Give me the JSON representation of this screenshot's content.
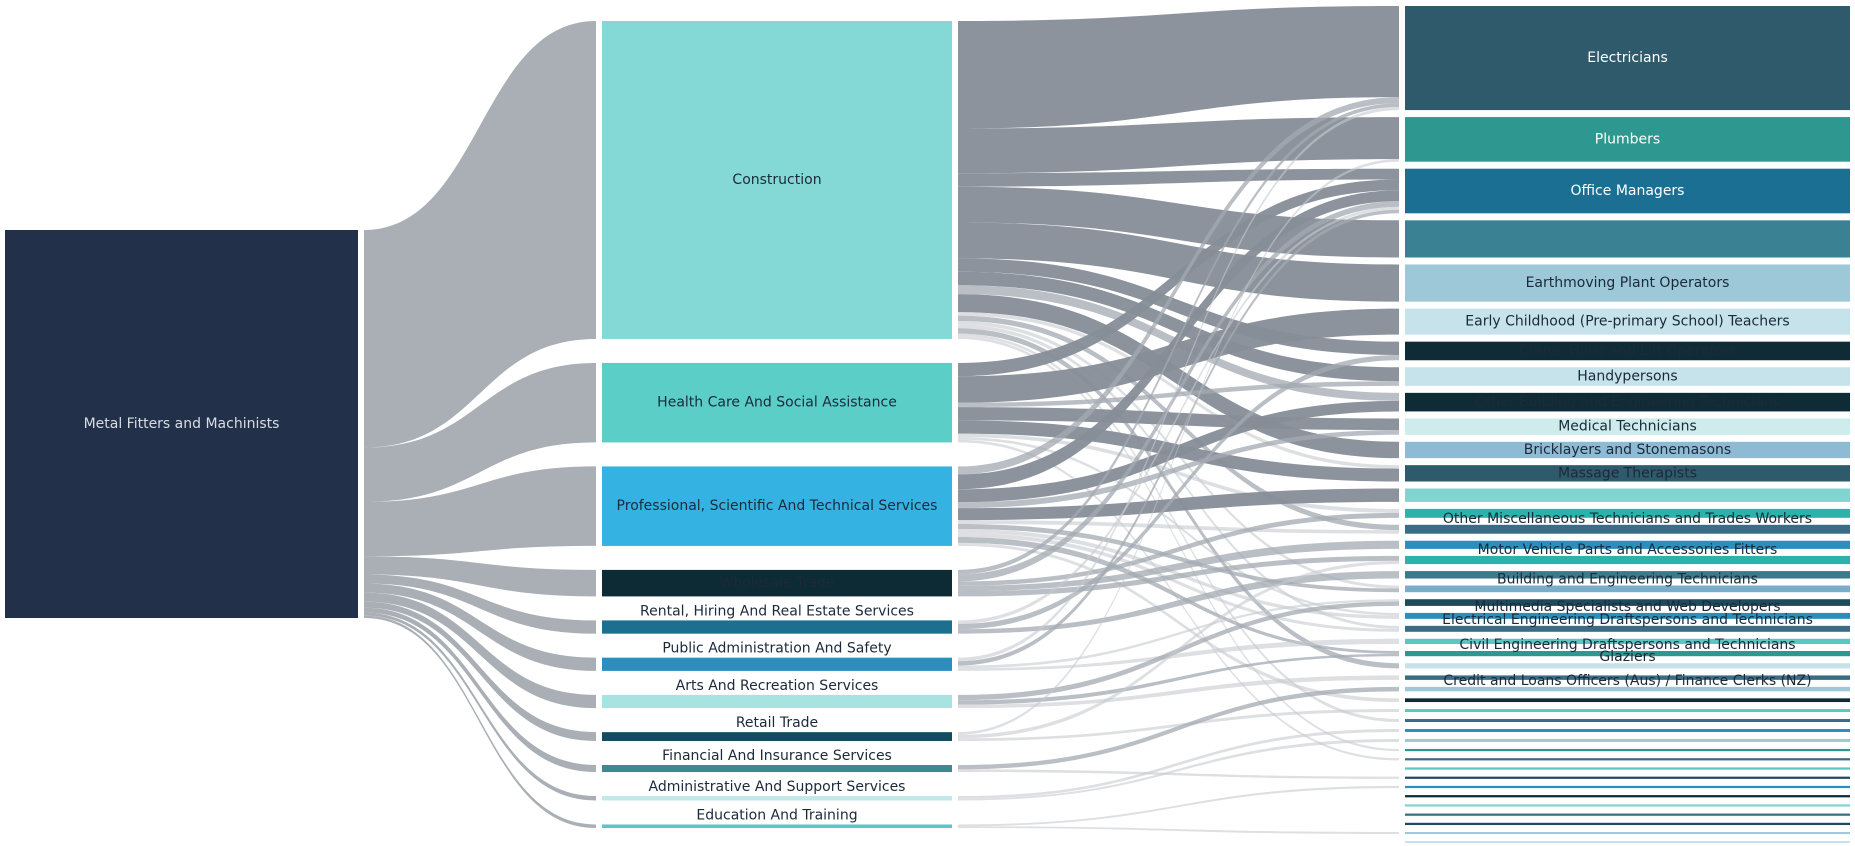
{
  "chart_data": {
    "type": "sankey",
    "title": "",
    "source": {
      "id": "src",
      "label": "Metal Fitters and Machinists",
      "value": 100,
      "color": "#223049"
    },
    "industries": [
      {
        "id": "ind0",
        "label": "Construction",
        "value": 36,
        "color": "#84d9d6",
        "label_color": "#1b2a3a"
      },
      {
        "id": "ind1",
        "label": "Health Care And Social Assistance",
        "value": 9,
        "color": "#5ccec8",
        "label_color": "#1b2a3a"
      },
      {
        "id": "ind2",
        "label": "Professional, Scientific And Technical Services",
        "value": 9,
        "color": "#34b3e3",
        "label_color": "#1b2a3a"
      },
      {
        "id": "ind3",
        "label": "Wholesale Trade",
        "value": 3,
        "color": "#0c2b34",
        "label_color": "#1b2a3a"
      },
      {
        "id": "ind4",
        "label": "Rental, Hiring And Real Estate Services",
        "value": 1.5,
        "color": "#1d6f8f",
        "label_color": "#1b2a3a"
      },
      {
        "id": "ind5",
        "label": "Public Administration And Safety",
        "value": 1.5,
        "color": "#2a8fbe",
        "label_color": "#1b2a3a"
      },
      {
        "id": "ind6",
        "label": "Arts And Recreation Services",
        "value": 1.5,
        "color": "#a7e3e1",
        "label_color": "#1b2a3a"
      },
      {
        "id": "ind7",
        "label": "Retail Trade",
        "value": 1,
        "color": "#154a63",
        "label_color": "#1b2a3a"
      },
      {
        "id": "ind8",
        "label": "Financial And Insurance Services",
        "value": 0.8,
        "color": "#3a8a90",
        "label_color": "#1b2a3a"
      },
      {
        "id": "ind9",
        "label": "Administrative And Support Services",
        "value": 0.5,
        "color": "#bfeae8",
        "label_color": "#1b2a3a"
      },
      {
        "id": "ind10",
        "label": "Education And Training",
        "value": 0.4,
        "color": "#5cc7c0",
        "label_color": "#1b2a3a"
      }
    ],
    "occupations": [
      {
        "id": "occ0",
        "label": "Electricians",
        "value": 14,
        "color": "#2e5a6b",
        "label_color": "#ffffff"
      },
      {
        "id": "occ1",
        "label": "Plumbers",
        "value": 6,
        "color": "#2e978f",
        "label_color": "#ffffff"
      },
      {
        "id": "occ2",
        "label": "Office Managers",
        "value": 6,
        "color": "#1b6f93",
        "label_color": "#ffffff"
      },
      {
        "id": "occ3",
        "label": "",
        "value": 5,
        "color": "#3b8194",
        "label_color": "#ffffff"
      },
      {
        "id": "occ4",
        "label": "Earthmoving Plant Operators",
        "value": 5,
        "color": "#9cc8d8",
        "label_color": "#1b2a3a"
      },
      {
        "id": "occ5",
        "label": "Early Childhood (Pre-primary School) Teachers",
        "value": 3.5,
        "color": "#c6e2ea",
        "label_color": "#1b2a3a"
      },
      {
        "id": "occ6",
        "label": "Crane, Hoist and Lift Operators",
        "value": 2.5,
        "color": "#0f2c36",
        "label_color": "#1b2a3a"
      },
      {
        "id": "occ7",
        "label": "Handypersons",
        "value": 2.5,
        "color": "#c6e2ea",
        "label_color": "#1b2a3a"
      },
      {
        "id": "occ8",
        "label": "Other Building and Engineering Technicians",
        "value": 2.5,
        "color": "#0f2c36",
        "label_color": "#1b2a3a"
      },
      {
        "id": "occ9",
        "label": "Medical Technicians",
        "value": 2.2,
        "color": "#cdeceb",
        "label_color": "#1b2a3a"
      },
      {
        "id": "occ10",
        "label": "Bricklayers and Stonemasons",
        "value": 2.2,
        "color": "#8dbbd4",
        "label_color": "#1b2a3a"
      },
      {
        "id": "occ11",
        "label": "Massage Therapists",
        "value": 2.2,
        "color": "#2e5a6b",
        "label_color": "#1b2a3a"
      },
      {
        "id": "occ12",
        "label": "",
        "value": 1.8,
        "color": "#7fd6d1",
        "label_color": "#1b2a3a"
      },
      {
        "id": "occ13",
        "label": "",
        "value": 1.2,
        "color": "#2bb2aa",
        "label_color": "#1b2a3a"
      },
      {
        "id": "occ14",
        "label": "Other Miscellaneous Technicians and Trades Workers",
        "value": 1.2,
        "color": "#3b6c85",
        "label_color": "#1b2a3a"
      },
      {
        "id": "occ15",
        "label": "",
        "value": 1.1,
        "color": "#2a8fbe",
        "label_color": "#1b2a3a"
      },
      {
        "id": "occ16",
        "label": "Motor Vehicle Parts and Accessories Fitters",
        "value": 1.1,
        "color": "#2bb2aa",
        "label_color": "#1b2a3a"
      },
      {
        "id": "occ17",
        "label": "",
        "value": 1.0,
        "color": "#3a7a8a",
        "label_color": "#1b2a3a"
      },
      {
        "id": "occ18",
        "label": "Building and Engineering Technicians",
        "value": 0.9,
        "color": "#79aecb",
        "label_color": "#1b2a3a"
      },
      {
        "id": "occ19",
        "label": "",
        "value": 0.9,
        "color": "#1f4a5c",
        "label_color": "#1b2a3a"
      },
      {
        "id": "occ20",
        "label": "Multimedia Specialists and Web Developers",
        "value": 0.8,
        "color": "#2a8fbe",
        "label_color": "#1b2a3a"
      },
      {
        "id": "occ21",
        "label": "Electrical Engineering Draftspersons and Technicians",
        "value": 0.8,
        "color": "#3b6c85",
        "label_color": "#1b2a3a"
      },
      {
        "id": "occ22",
        "label": "",
        "value": 0.7,
        "color": "#5cc7c0",
        "label_color": "#1b2a3a"
      },
      {
        "id": "occ23",
        "label": "Civil Engineering Draftspersons and Technicians",
        "value": 0.7,
        "color": "#2e978f",
        "label_color": "#1b2a3a"
      },
      {
        "id": "occ24",
        "label": "Glaziers",
        "value": 0.7,
        "color": "#c6e2ea",
        "label_color": "#1b2a3a"
      },
      {
        "id": "occ25",
        "label": "",
        "value": 0.6,
        "color": "#3b6c85",
        "label_color": "#1b2a3a"
      },
      {
        "id": "occ26",
        "label": "Credit and Loans Officers (Aus) / Finance Clerks (NZ)",
        "value": 0.6,
        "color": "#9cc8d8",
        "label_color": "#1b2a3a"
      },
      {
        "id": "occ27",
        "label": "",
        "value": 0.5,
        "color": "#0f2c36",
        "label_color": "#1b2a3a"
      },
      {
        "id": "occ28",
        "label": "",
        "value": 0.4,
        "color": "#5cc7c0",
        "label_color": "#1b2a3a"
      },
      {
        "id": "occ29",
        "label": "",
        "value": 0.4,
        "color": "#3b6c85",
        "label_color": "#1b2a3a"
      },
      {
        "id": "occ30",
        "label": "",
        "value": 0.4,
        "color": "#2a8fbe",
        "label_color": "#1b2a3a"
      },
      {
        "id": "occ31",
        "label": "",
        "value": 0.4,
        "color": "#9cc8d8",
        "label_color": "#1b2a3a"
      },
      {
        "id": "occ32",
        "label": "",
        "value": 0.3,
        "color": "#2e978f",
        "label_color": "#1b2a3a"
      },
      {
        "id": "occ33",
        "label": "",
        "value": 0.3,
        "color": "#3b6c85",
        "label_color": "#1b2a3a"
      },
      {
        "id": "occ34",
        "label": "",
        "value": 0.3,
        "color": "#5cc7c0",
        "label_color": "#1b2a3a"
      },
      {
        "id": "occ35",
        "label": "",
        "value": 0.3,
        "color": "#1f4a5c",
        "label_color": "#1b2a3a"
      },
      {
        "id": "occ36",
        "label": "",
        "value": 0.3,
        "color": "#2a8fbe",
        "label_color": "#1b2a3a"
      },
      {
        "id": "occ37",
        "label": "",
        "value": 0.3,
        "color": "#0f2c36",
        "label_color": "#1b2a3a"
      },
      {
        "id": "occ38",
        "label": "",
        "value": 0.3,
        "color": "#7fd6d1",
        "label_color": "#1b2a3a"
      },
      {
        "id": "occ39",
        "label": "",
        "value": 0.3,
        "color": "#3b6c85",
        "label_color": "#1b2a3a"
      },
      {
        "id": "occ40",
        "label": "",
        "value": 0.3,
        "color": "#1f4a5c",
        "label_color": "#1b2a3a"
      },
      {
        "id": "occ41",
        "label": "",
        "value": 0.2,
        "color": "#9cc8d8",
        "label_color": "#1b2a3a"
      },
      {
        "id": "occ42",
        "label": "",
        "value": 0.2,
        "color": "#c6e2ea",
        "label_color": "#1b2a3a"
      }
    ],
    "flows": [
      {
        "from": "ind0",
        "to": "occ0",
        "value": 12
      },
      {
        "from": "ind0",
        "to": "occ1",
        "value": 5
      },
      {
        "from": "ind0",
        "to": "occ2",
        "value": 1.5
      },
      {
        "from": "ind0",
        "to": "occ3",
        "value": 4
      },
      {
        "from": "ind0",
        "to": "occ4",
        "value": 4
      },
      {
        "from": "ind0",
        "to": "occ6",
        "value": 1.5
      },
      {
        "from": "ind0",
        "to": "occ7",
        "value": 1.5
      },
      {
        "from": "ind0",
        "to": "occ8",
        "value": 1
      },
      {
        "from": "ind0",
        "to": "occ10",
        "value": 2
      },
      {
        "from": "ind0",
        "to": "occ11",
        "value": 0.4
      },
      {
        "from": "ind0",
        "to": "occ14",
        "value": 0.6
      },
      {
        "from": "ind0",
        "to": "occ18",
        "value": 0.4
      },
      {
        "from": "ind0",
        "to": "occ21",
        "value": 0.4
      },
      {
        "from": "ind0",
        "to": "occ24",
        "value": 0.6
      },
      {
        "from": "ind0",
        "to": "occ29",
        "value": 0.3
      },
      {
        "from": "ind0",
        "to": "occ32",
        "value": 0.3
      },
      {
        "from": "ind1",
        "to": "occ2",
        "value": 1.5
      },
      {
        "from": "ind1",
        "to": "occ5",
        "value": 3
      },
      {
        "from": "ind1",
        "to": "occ9",
        "value": 1.5
      },
      {
        "from": "ind1",
        "to": "occ11",
        "value": 1.5
      },
      {
        "from": "ind1",
        "to": "occ7",
        "value": 0.5
      },
      {
        "from": "ind1",
        "to": "occ13",
        "value": 0.4
      },
      {
        "from": "ind1",
        "to": "occ20",
        "value": 0.3
      },
      {
        "from": "ind1",
        "to": "occ33",
        "value": 0.3
      },
      {
        "from": "ind2",
        "to": "occ0",
        "value": 0.8
      },
      {
        "from": "ind2",
        "to": "occ2",
        "value": 1.5
      },
      {
        "from": "ind2",
        "to": "occ8",
        "value": 1.3
      },
      {
        "from": "ind2",
        "to": "occ12",
        "value": 1.2
      },
      {
        "from": "ind2",
        "to": "occ14",
        "value": 0.4
      },
      {
        "from": "ind2",
        "to": "occ18",
        "value": 0.5
      },
      {
        "from": "ind2",
        "to": "occ20",
        "value": 0.4
      },
      {
        "from": "ind2",
        "to": "occ21",
        "value": 0.4
      },
      {
        "from": "ind2",
        "to": "occ23",
        "value": 0.6
      },
      {
        "from": "ind2",
        "to": "occ9",
        "value": 0.6
      },
      {
        "from": "ind2",
        "to": "occ27",
        "value": 0.3
      },
      {
        "from": "ind3",
        "to": "occ0",
        "value": 0.5
      },
      {
        "from": "ind3",
        "to": "occ2",
        "value": 0.8
      },
      {
        "from": "ind3",
        "to": "occ15",
        "value": 0.6
      },
      {
        "from": "ind3",
        "to": "occ16",
        "value": 0.6
      },
      {
        "from": "ind3",
        "to": "occ13",
        "value": 0.5
      },
      {
        "from": "ind4",
        "to": "occ6",
        "value": 0.6
      },
      {
        "from": "ind4",
        "to": "occ17",
        "value": 0.5
      },
      {
        "from": "ind4",
        "to": "occ2",
        "value": 0.4
      },
      {
        "from": "ind5",
        "to": "occ0",
        "value": 0.4
      },
      {
        "from": "ind5",
        "to": "occ2",
        "value": 0.5
      },
      {
        "from": "ind5",
        "to": "occ19",
        "value": 0.3
      },
      {
        "from": "ind5",
        "to": "occ22",
        "value": 0.3
      },
      {
        "from": "ind6",
        "to": "occ19",
        "value": 0.6
      },
      {
        "from": "ind6",
        "to": "occ23",
        "value": 0.5
      },
      {
        "from": "ind6",
        "to": "occ25",
        "value": 0.4
      },
      {
        "from": "ind7",
        "to": "occ16",
        "value": 0.4
      },
      {
        "from": "ind7",
        "to": "occ28",
        "value": 0.3
      },
      {
        "from": "ind7",
        "to": "occ1",
        "value": 0.3
      },
      {
        "from": "ind8",
        "to": "occ26",
        "value": 0.5
      },
      {
        "from": "ind8",
        "to": "occ35",
        "value": 0.3
      },
      {
        "from": "ind9",
        "to": "occ30",
        "value": 0.3
      },
      {
        "from": "ind9",
        "to": "occ31",
        "value": 0.2
      },
      {
        "from": "ind10",
        "to": "occ36",
        "value": 0.2
      },
      {
        "from": "ind10",
        "to": "occ41",
        "value": 0.2
      }
    ],
    "legend": "none",
    "grid": false
  }
}
